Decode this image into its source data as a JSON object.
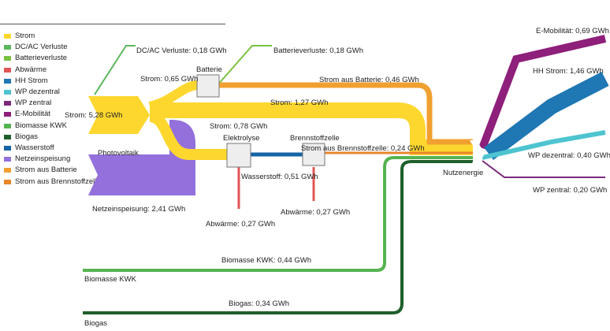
{
  "legend": [
    {
      "label": "Strom",
      "color": "#fdd72e"
    },
    {
      "label": "DC/AC Verluste",
      "color": "#5cb85c"
    },
    {
      "label": "Batterieverluste",
      "color": "#7ac142"
    },
    {
      "label": "Abwärme",
      "color": "#e05555"
    },
    {
      "label": "HH Strom",
      "color": "#1f77b4"
    },
    {
      "label": "WP dezentral",
      "color": "#4ec4d0"
    },
    {
      "label": "WP zentral",
      "color": "#7b2a7b"
    },
    {
      "label": "E-Mobilität",
      "color": "#8e1f7a"
    },
    {
      "label": "Biomasse KWK",
      "color": "#55b350"
    },
    {
      "label": "Biogas",
      "color": "#1e5e2a"
    },
    {
      "label": "Wasserstoff",
      "color": "#1464a5"
    },
    {
      "label": "Netzeinspeisung",
      "color": "#9370db"
    },
    {
      "label": "Strom aus Batterie",
      "color": "#f0a030"
    },
    {
      "label": "Strom aus Brennstoffzelle",
      "color": "#e8862a"
    }
  ],
  "nodes": {
    "photovoltaik": "Photovoltaik",
    "batterie": "Batterie",
    "elektrolyse": "Elektrolyse",
    "brennstoffzelle": "Brennstoffzelle",
    "nutzenergie": "Nutzenergie",
    "biomasse": "Biomasse KWK",
    "biogas": "Biogas"
  },
  "flows": {
    "pv_strom": "Strom: 5,28 GWh",
    "dcac": "DC/AC Verluste: 0,18 GWh",
    "strom_batt": "Strom: 0,65 GWh",
    "battverl": "Batterieverluste: 0,18 GWh",
    "strom_direkt": "Strom: 1,27 GWh",
    "strom_aus_batt": "Strom aus Batterie: 0,46 GWh",
    "strom_elek": "Strom: 0,78 GWh",
    "wasserstoff": "Wasserstoff: 0,51 GWh",
    "strom_bz": "Strom aus Brennstoffzelle: 0,24 GWh",
    "abw_elek": "Abwärme: 0,27 GWh",
    "abw_bz": "Abwärme: 0,27 GWh",
    "netz": "Netzeinspeisung: 2,41 GWh",
    "emob": "E-Mobilität: 0,69 GWh",
    "hh": "HH Strom: 1,46 GWh",
    "wpdez": "WP dezentral: 0,40 GWh",
    "wpzen": "WP zentral: 0,20 GWh",
    "biomasse": "Biomasse KWK: 0,44 GWh",
    "biogas": "Biogas: 0,34 GWh"
  }
}
